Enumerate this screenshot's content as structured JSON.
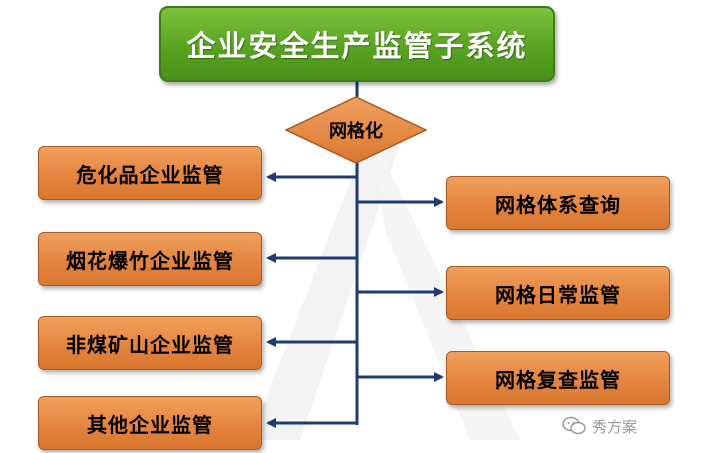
{
  "title": "企业安全生产监管子系统",
  "center_node": "网格化",
  "left_nodes": [
    {
      "label": "危化品企业监管"
    },
    {
      "label": "烟花爆竹企业监管"
    },
    {
      "label": "非煤矿山企业监管"
    },
    {
      "label": "其他企业监管"
    }
  ],
  "right_nodes": [
    {
      "label": "网格体系查询"
    },
    {
      "label": "网格日常监管"
    },
    {
      "label": "网格复查监管"
    }
  ],
  "watermark": {
    "text": "秀方案",
    "icon": "wechat-icon"
  },
  "colors": {
    "title_fill": "#58a321",
    "node_fill": "#e2823c",
    "connector": "#1f3c6e"
  }
}
